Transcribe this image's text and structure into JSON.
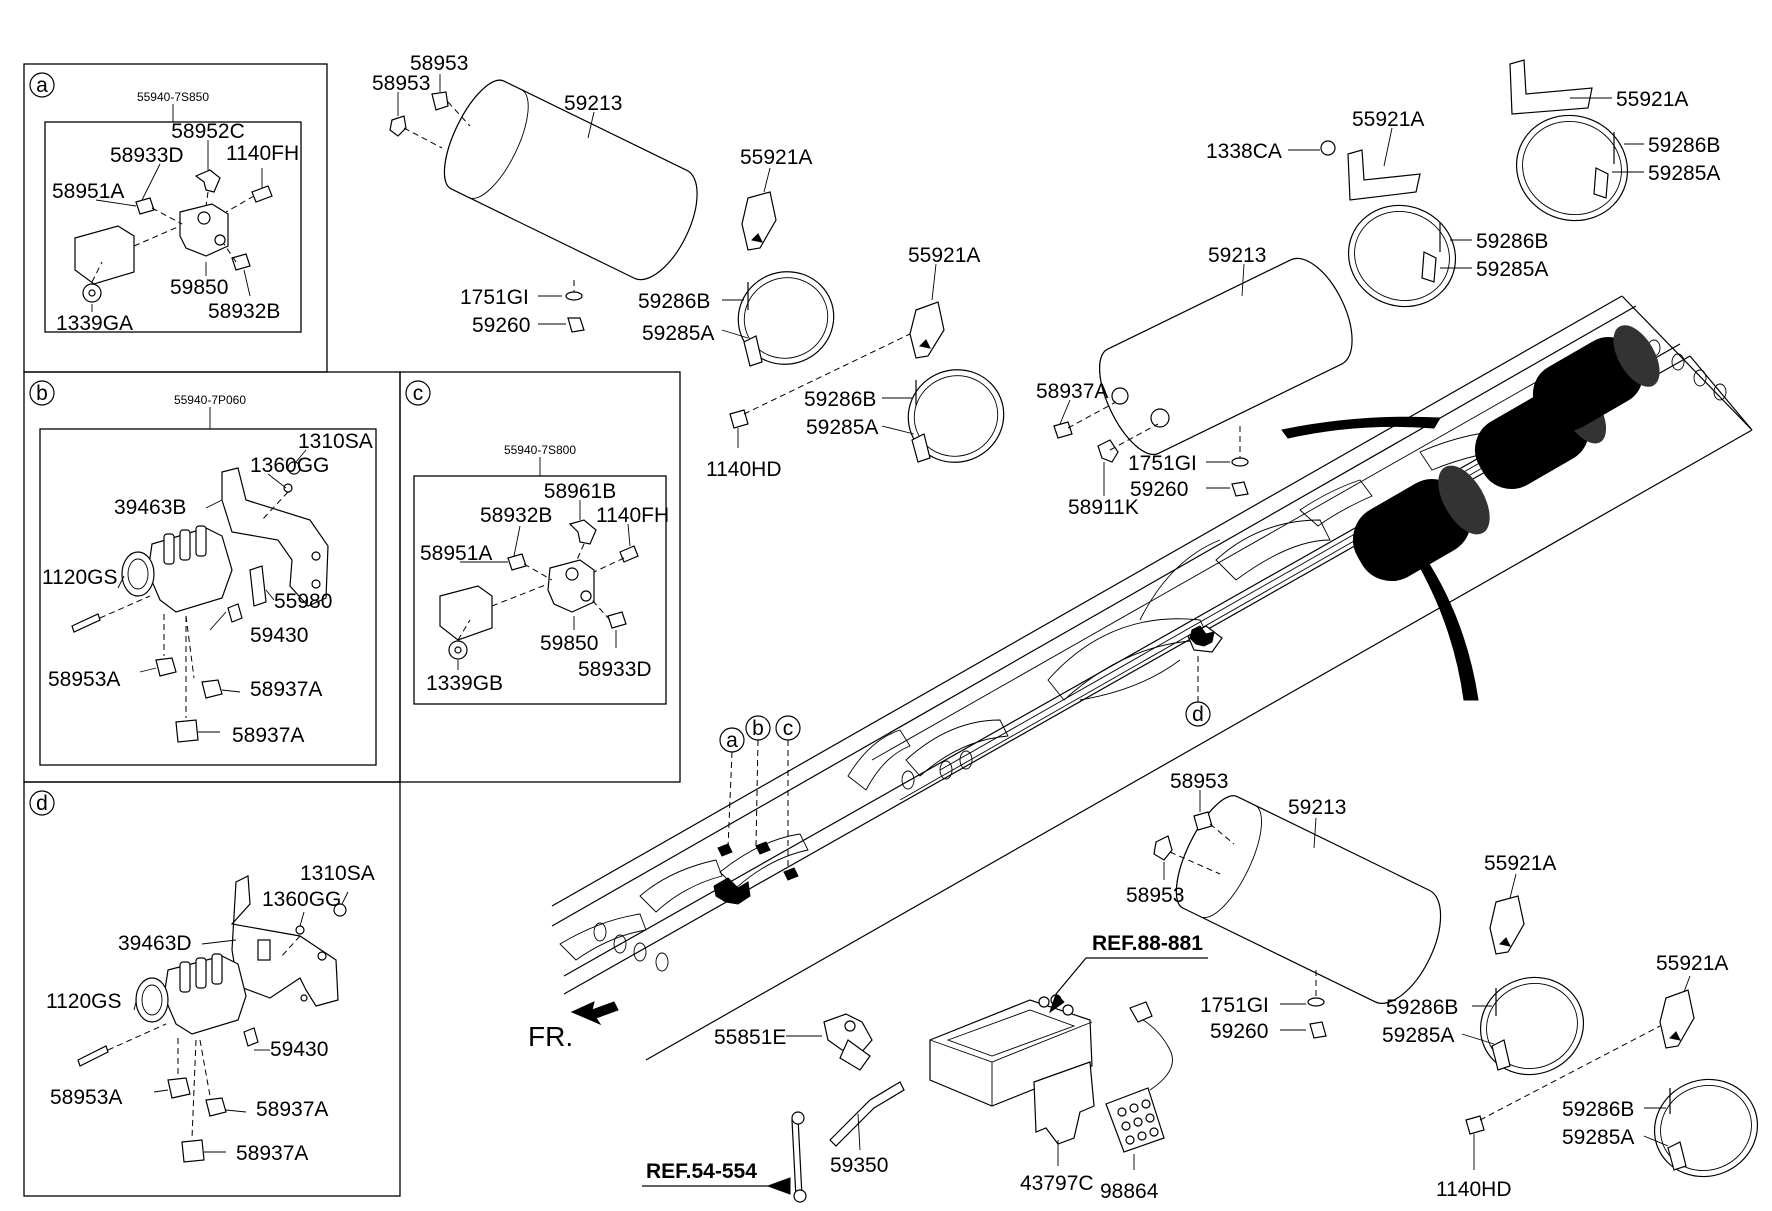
{
  "labels": {
    "l001": "58953",
    "l002": "58953",
    "l003": "59213",
    "l004": "55921A",
    "l005": "55921A",
    "l006": "1751GI",
    "l007": "59286B",
    "l008": "59260",
    "l009": "59285A",
    "l010": "59286B",
    "l011": "59285A",
    "l012": "1140HD",
    "l013": "55921A",
    "l014": "59286B",
    "l015": "59285A",
    "l016": "1338CA",
    "l017": "55921A",
    "l018": "59286B",
    "l019": "59285A",
    "l020": "59213",
    "l021": "58937A",
    "l022": "1751GI",
    "l023": "59260",
    "l024": "58911K",
    "l025": "58953",
    "l026": "59213",
    "l027": "58953",
    "l028": "55921A",
    "l029": "55921A",
    "l030": "1751GI",
    "l031": "59286B",
    "l032": "59260",
    "l033": "59285A",
    "l034": "59286B",
    "l035": "59285A",
    "l036": "1140HD",
    "l037": "55851E",
    "l038": "59350",
    "l039": "43797C",
    "l040": "98864",
    "a01": "58952C",
    "a02": "58933D",
    "a03": "1140FH",
    "a04": "58951A",
    "a05": "59850",
    "a06": "58932B",
    "a07": "1339GA",
    "b01": "1310SA",
    "b02": "1360GG",
    "b03": "39463B",
    "b04": "1120GS",
    "b05": "55980",
    "b06": "59430",
    "b07": "58953A",
    "b08": "58937A",
    "b09": "58937A",
    "c01": "58961B",
    "c02": "58932B",
    "c03": "1140FH",
    "c04": "58951A",
    "c05": "59850",
    "c06": "58933D",
    "c07": "1339GB",
    "d01": "1310SA",
    "d02": "1360GG",
    "d03": "39463D",
    "d04": "1120GS",
    "d05": "59430",
    "d06": "58953A",
    "d07": "58937A",
    "d08": "58937A"
  },
  "assemblies": {
    "a": "55940-7S850",
    "b": "55940-7P060",
    "c": "55940-7S800"
  },
  "callouts": {
    "a": "a",
    "b": "b",
    "c": "c",
    "d": "d",
    "frame_a": "a",
    "frame_b": "b",
    "frame_c": "c",
    "frame_d": "d"
  },
  "refs": {
    "ref_88": "REF.88-881",
    "ref_54": "REF.54-554"
  },
  "direction": "FR."
}
